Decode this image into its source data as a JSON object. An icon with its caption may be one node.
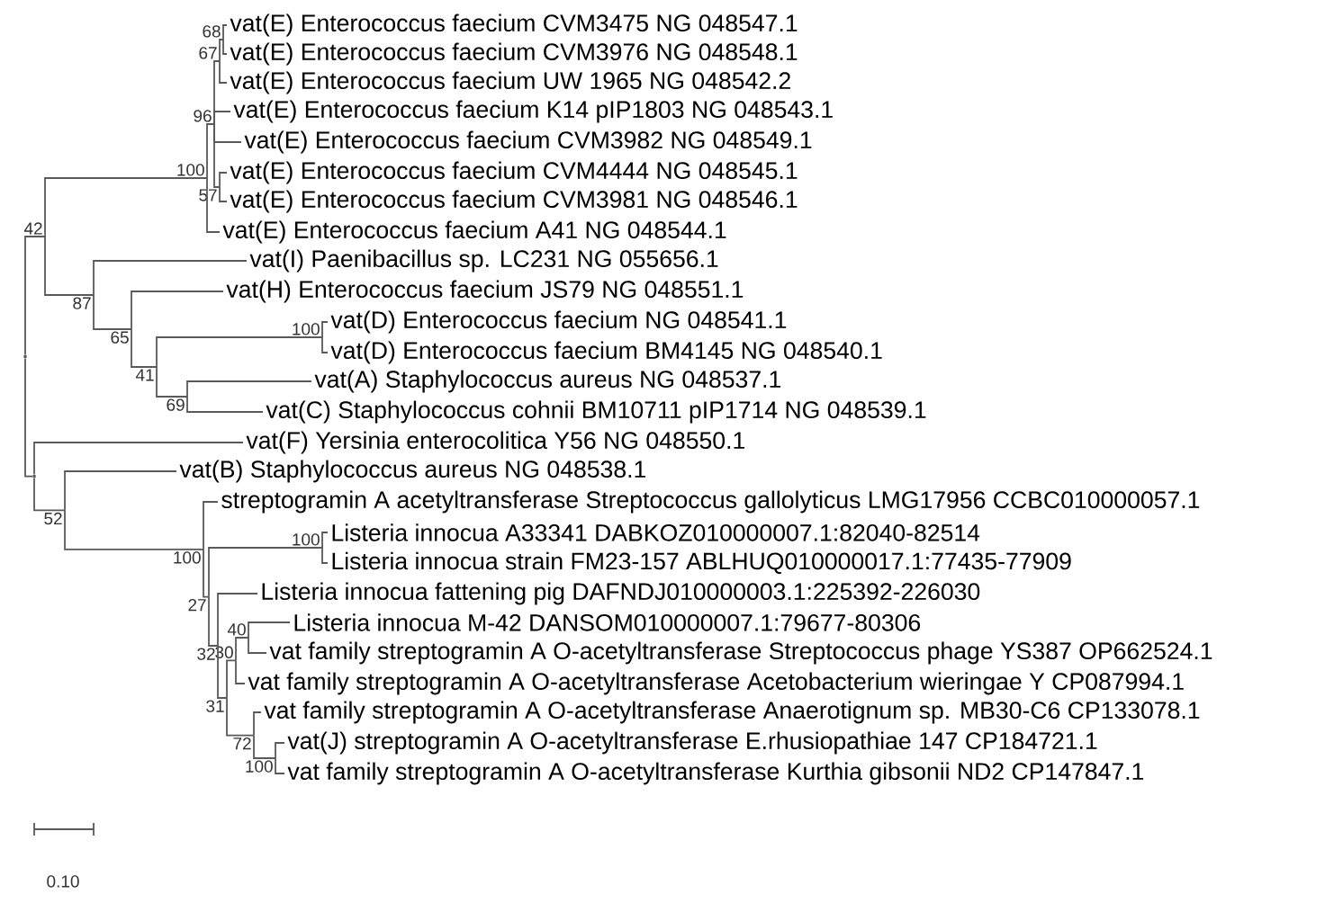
{
  "diagram": {
    "nodes": [
      {
        "text": [
          "vat(E) Enterococcus faecium CVM3475 NG 048547.1"
        ]
      },
      {
        "text": [
          "vat(E) Enterococcus faecium CVM3976 NG 048548.1"
        ]
      },
      {
        "text": [
          "vat(E) Enterococcus faecium UW 1965 NG 048542.2"
        ]
      },
      {
        "text": [
          "vat(E) Enterococcus faecium K14 pIP1803 NG 048543.1"
        ]
      },
      {
        "text": [
          "vat(E) Enterococcus faecium CVM3982 NG 048549.1"
        ]
      },
      {
        "text": [
          "vat(E) Enterococcus faecium CVM4444 NG 048545.1"
        ]
      },
      {
        "text": [
          "vat(E) Enterococcus faecium CVM3981 NG 048546.1"
        ]
      },
      {
        "text": [
          "vat(E) Enterococcus faecium A41 NG 048544.1"
        ]
      },
      {
        "text": [
          "vat(I) Paenibacillus sp. LC231 NG 055656.1"
        ]
      },
      {
        "text": [
          "vat(H) Enterococcus faecium JS79 NG 048551.1"
        ]
      },
      {
        "text": [
          "vat(D) Enterococcus faecium NG 048541.1"
        ]
      },
      {
        "text": [
          "vat(D) Enterococcus faecium BM4145 NG 048540.1"
        ]
      },
      {
        "text": [
          "vat(A) Staphylococcus aureus NG 048537.1"
        ]
      },
      {
        "text": [
          "vat(C) Staphylococcus cohnii BM10711 pIP1714 NG 048539.1"
        ]
      },
      {
        "text": [
          "vat(F) Yersinia enterocolitica Y56 NG 048550.1"
        ]
      },
      {
        "text": [
          "vat(B) Staphylococcus aureus NG 048538.1"
        ]
      },
      {
        "text": [
          "streptogramin A acetyltransferase Streptococcus gallolyticus LMG17956 CCBC010000057.1"
        ]
      },
      {
        "text": [
          "Listeria innocua A33341 DABKOZ010000007.1:82040-82514"
        ]
      },
      {
        "text": [
          "Listeria innocua strain FM23-157 ABLHUQ010000017.1:77435-77909"
        ]
      },
      {
        "text": [
          "Listeria innocua fattening pig DAFNDJ010000003.1:225392-226030"
        ]
      },
      {
        "text": [
          "Listeria innocua M-42 DANSOM010000007.1:79677-80306"
        ]
      },
      {
        "text": [
          "vat family streptogramin A O-acetyltransferase Streptococcus phage YS387 OP662524.1"
        ]
      },
      {
        "text": [
          "vat family streptogramin A O-acetyltransferase Acetobacterium wieringae Y CP087994.1"
        ]
      },
      {
        "text": [
          "vat family streptogramin A O-acetyltransferase Anaerotignum sp. MB30-C6 CP133078.1"
        ]
      },
      {
        "text": [
          "vat(J) streptogramin A O-acetyltransferase E.rhusiopathiae 147 CP184721.1"
        ]
      },
      {
        "text": [
          "vat family streptogramin A O-acetyltransferase Kurthia gibsonii ND2 CP147847.1"
        ]
      },
      {
        "text": [],
        "shape": "point"
      },
      {
        "text": [
          "68"
        ]
      },
      {
        "text": [
          "67"
        ]
      },
      {
        "text": [
          "96"
        ]
      },
      {
        "text": [
          "100"
        ]
      },
      {
        "text": [
          "57"
        ]
      },
      {
        "text": [
          "42"
        ]
      },
      {
        "text": [
          "87"
        ]
      },
      {
        "text": [
          "65"
        ]
      },
      {
        "text": [
          "100"
        ]
      },
      {
        "text": [
          "41"
        ]
      },
      {
        "text": [
          "69"
        ]
      },
      {
        "text": [],
        "shape": "point"
      },
      {
        "text": [
          "52"
        ]
      },
      {
        "text": [
          "100"
        ]
      },
      {
        "text": [
          "100"
        ]
      },
      {
        "text": [
          "27"
        ]
      },
      {
        "text": [
          "40"
        ]
      },
      {
        "text": [
          "30"
        ]
      },
      {
        "text": [
          "32"
        ]
      },
      {
        "text": [
          "31"
        ]
      },
      {
        "text": [
          "72"
        ]
      },
      {
        "text": [
          "100"
        ]
      }
    ],
    "edges": [
      {
        "from": 26,
        "to": 32,
        "arrow": "none"
      },
      {
        "from": 26,
        "to": 38,
        "arrow": "none"
      },
      {
        "from": 32,
        "to": 30,
        "arrow": "none"
      },
      {
        "from": 32,
        "to": 33,
        "arrow": "none"
      },
      {
        "from": 30,
        "to": 29,
        "arrow": "none"
      },
      {
        "from": 30,
        "to": 7,
        "arrow": "none"
      },
      {
        "from": 29,
        "to": 28,
        "arrow": "none"
      },
      {
        "from": 29,
        "to": 3,
        "arrow": "none"
      },
      {
        "from": 29,
        "to": 4,
        "arrow": "none"
      },
      {
        "from": 29,
        "to": 31,
        "arrow": "none"
      },
      {
        "from": 28,
        "to": 27,
        "arrow": "none"
      },
      {
        "from": 28,
        "to": 2,
        "arrow": "none"
      },
      {
        "from": 27,
        "to": 0,
        "arrow": "none"
      },
      {
        "from": 27,
        "to": 1,
        "arrow": "none"
      },
      {
        "from": 31,
        "to": 5,
        "arrow": "none"
      },
      {
        "from": 31,
        "to": 6,
        "arrow": "none"
      },
      {
        "from": 33,
        "to": 8,
        "arrow": "none"
      },
      {
        "from": 33,
        "to": 34,
        "arrow": "none"
      },
      {
        "from": 34,
        "to": 9,
        "arrow": "none"
      },
      {
        "from": 34,
        "to": 36,
        "arrow": "none"
      },
      {
        "from": 36,
        "to": 35,
        "arrow": "none"
      },
      {
        "from": 36,
        "to": 37,
        "arrow": "none"
      },
      {
        "from": 35,
        "to": 10,
        "arrow": "none"
      },
      {
        "from": 35,
        "to": 11,
        "arrow": "none"
      },
      {
        "from": 37,
        "to": 12,
        "arrow": "none"
      },
      {
        "from": 37,
        "to": 13,
        "arrow": "none"
      },
      {
        "from": 38,
        "to": 14,
        "arrow": "none"
      },
      {
        "from": 38,
        "to": 39,
        "arrow": "none"
      },
      {
        "from": 39,
        "to": 15,
        "arrow": "none"
      },
      {
        "from": 39,
        "to": 40,
        "arrow": "none"
      },
      {
        "from": 40,
        "to": 16,
        "arrow": "none"
      },
      {
        "from": 40,
        "to": 42,
        "arrow": "none"
      },
      {
        "from": 42,
        "to": 41,
        "arrow": "none"
      },
      {
        "from": 42,
        "to": 45,
        "arrow": "none"
      },
      {
        "from": 41,
        "to": 17,
        "arrow": "none"
      },
      {
        "from": 41,
        "to": 18,
        "arrow": "none"
      },
      {
        "from": 45,
        "to": 19,
        "arrow": "none"
      },
      {
        "from": 45,
        "to": 46,
        "arrow": "none"
      },
      {
        "from": 46,
        "to": 44,
        "arrow": "none"
      },
      {
        "from": 46,
        "to": 47,
        "arrow": "none"
      },
      {
        "from": 44,
        "to": 43,
        "arrow": "none"
      },
      {
        "from": 44,
        "to": 22,
        "arrow": "none"
      },
      {
        "from": 43,
        "to": 20,
        "arrow": "none"
      },
      {
        "from": 43,
        "to": 21,
        "arrow": "none"
      },
      {
        "from": 47,
        "to": 23,
        "arrow": "none"
      },
      {
        "from": 47,
        "to": 48,
        "arrow": "none"
      },
      {
        "from": 48,
        "to": 24,
        "arrow": "none"
      },
      {
        "from": 48,
        "to": 25,
        "arrow": "none"
      }
    ],
    "labels": [
      "0.10"
    ]
  }
}
